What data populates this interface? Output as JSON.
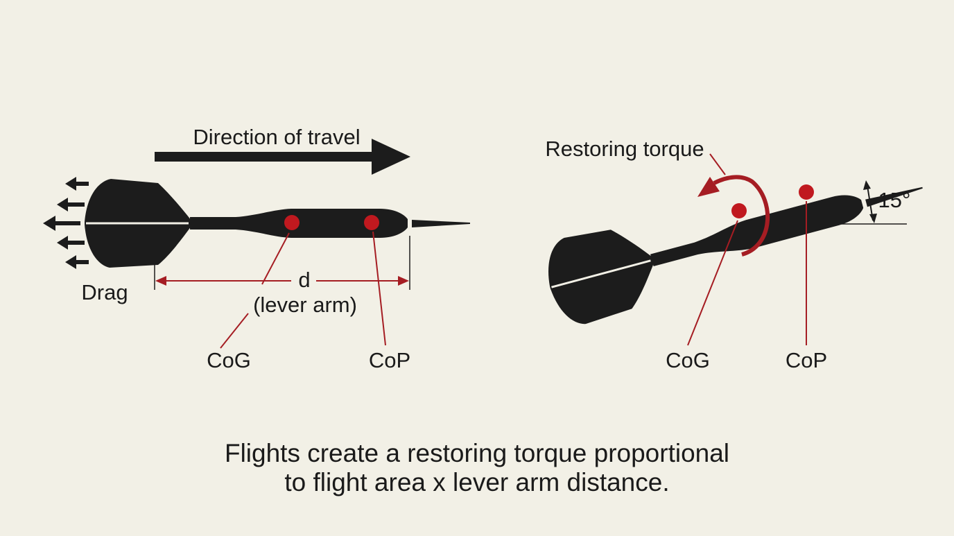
{
  "colors": {
    "background": "#f2f0e6",
    "dart": "#1c1c1c",
    "accent_red": "#a51d23",
    "marker_red": "#c0191f",
    "text": "#1a1a1a"
  },
  "left_diagram": {
    "direction_label": "Direction of travel",
    "drag_label": "Drag",
    "distance_symbol": "d",
    "lever_arm_label": "(lever arm)",
    "cog_label": "CoG",
    "cop_label": "CoP"
  },
  "right_diagram": {
    "torque_label": "Restoring torque",
    "angle_label": "15°",
    "cog_label": "CoG",
    "cop_label": "CoP"
  },
  "caption": {
    "line1": "Flights create a restoring torque proportional",
    "line2": "to flight area x lever arm distance."
  }
}
